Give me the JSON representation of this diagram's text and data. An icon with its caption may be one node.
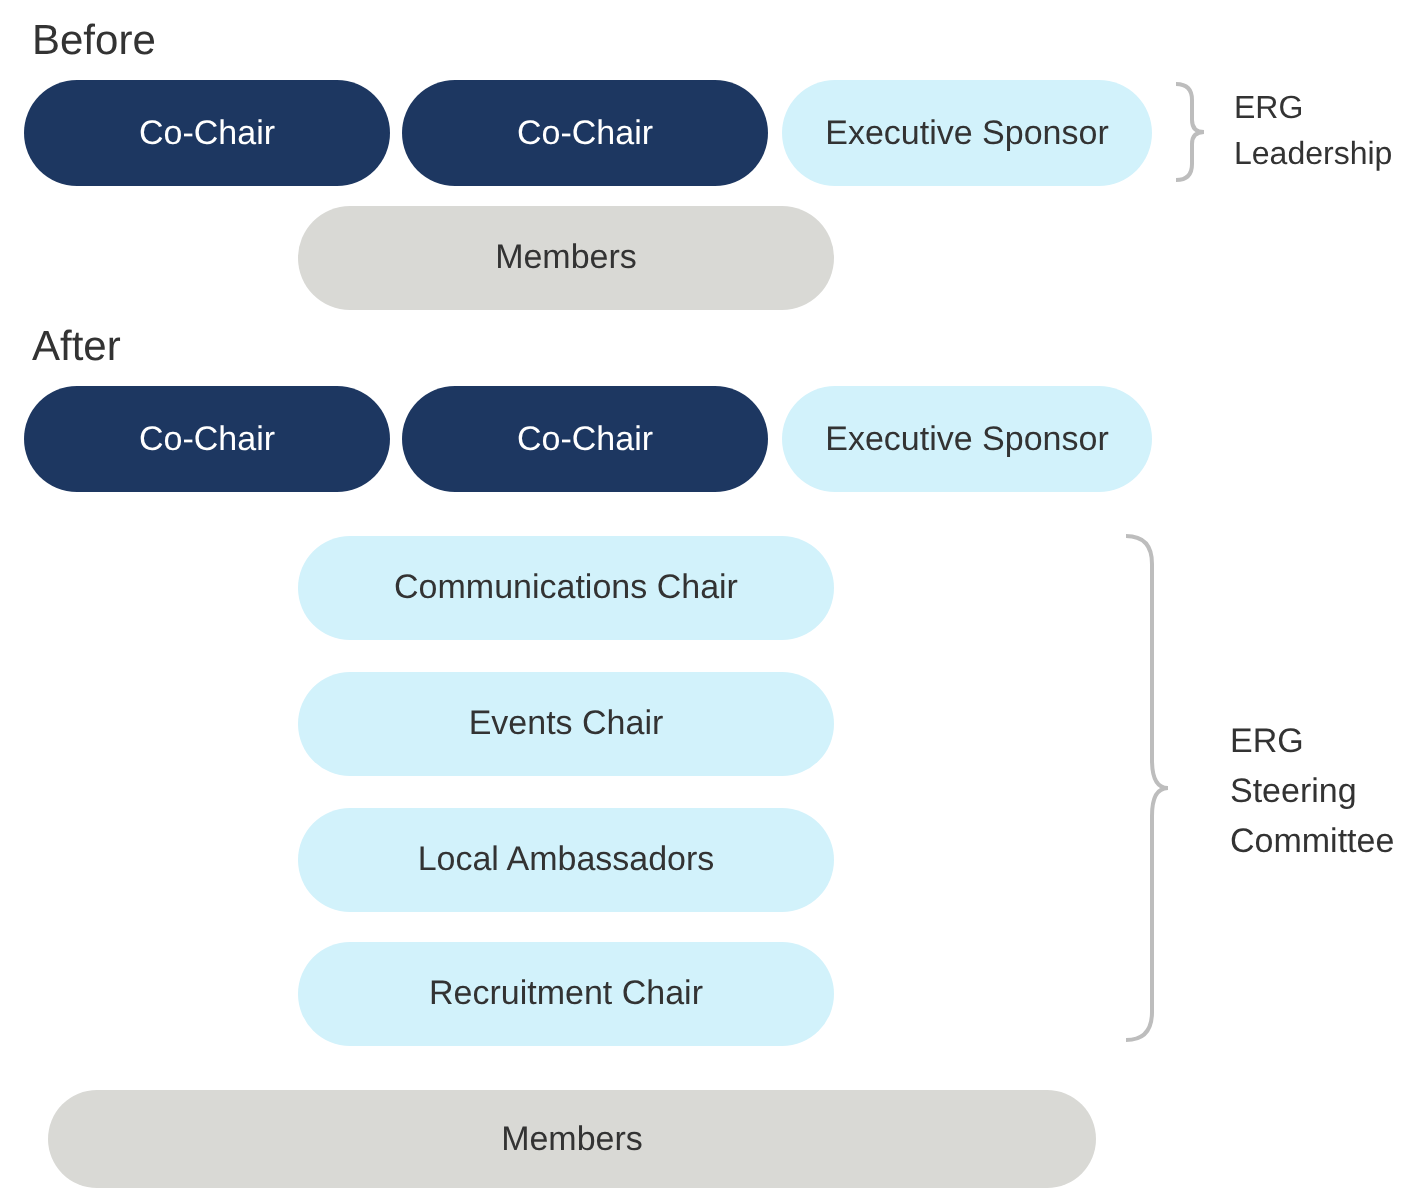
{
  "diagram": {
    "nodes": [
      {
        "text": [
          "Co-Chair"
        ]
      },
      {
        "text": [
          "Co-Chair"
        ]
      },
      {
        "text": [
          "Executive Sponsor"
        ]
      },
      {
        "text": [
          "Members"
        ]
      },
      {
        "text": [
          "Co-Chair"
        ]
      },
      {
        "text": [
          "Co-Chair"
        ]
      },
      {
        "text": [
          "Executive Sponsor"
        ]
      },
      {
        "text": [
          "Communications Chair"
        ]
      },
      {
        "text": [
          "Events Chair"
        ]
      },
      {
        "text": [
          "Local Ambassadors"
        ]
      },
      {
        "text": [
          "Recruitment Chair"
        ]
      },
      {
        "text": [
          "Members"
        ]
      }
    ],
    "labels": [
      "Before",
      "ERG Leadership",
      "After",
      "ERG Steering Committee"
    ]
  }
}
